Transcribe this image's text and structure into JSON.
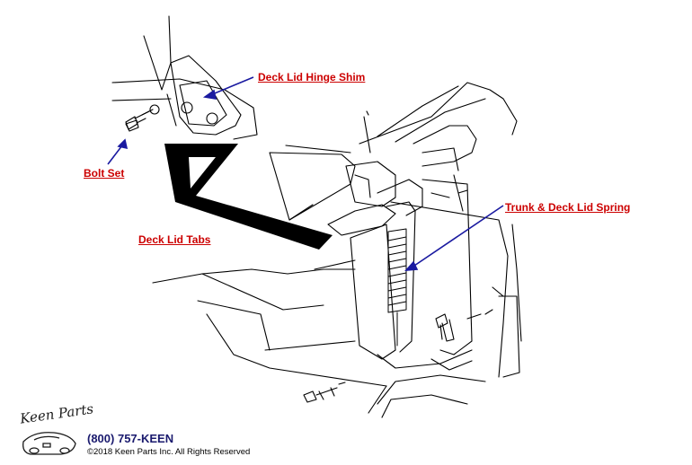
{
  "callouts": {
    "hinge_shim": "Deck Lid Hinge Shim",
    "bolt_set": "Bolt Set",
    "spring": "Trunk & Deck Lid Spring",
    "tabs": "Deck Lid Tabs"
  },
  "footer": {
    "logo_text": "Keen Parts",
    "phone": "(800) 757-KEEN",
    "copyright": "©2018 Keen Parts Inc. All Rights Reserved"
  },
  "colors": {
    "callout": "#cc0000",
    "leader": "#1a1aa0",
    "line": "#000000"
  }
}
